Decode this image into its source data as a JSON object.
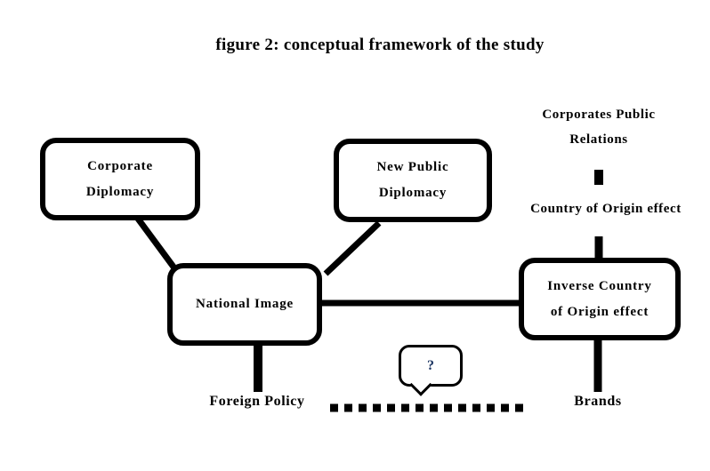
{
  "title": "figure 2: conceptual framework of the study",
  "colors": {
    "line": "#000000",
    "question_mark": "#1f3864",
    "background": "#ffffff"
  },
  "boxes": {
    "corporate_diplomacy": {
      "line1": "Corporate",
      "line2": "Diplomacy"
    },
    "new_public_diplomacy": {
      "line1": "New Public",
      "line2": "Diplomacy"
    },
    "national_image": {
      "label": "National Image"
    },
    "inverse_country_of_origin": {
      "line1": "Inverse Country",
      "line2": "of Origin effect"
    }
  },
  "labels": {
    "corporates_public_relations": {
      "line1": "Corporates Public",
      "line2": "Relations"
    },
    "country_of_origin_effect": "Country of Origin effect",
    "foreign_policy": "Foreign Policy",
    "brands": "Brands",
    "question_mark": "?"
  }
}
